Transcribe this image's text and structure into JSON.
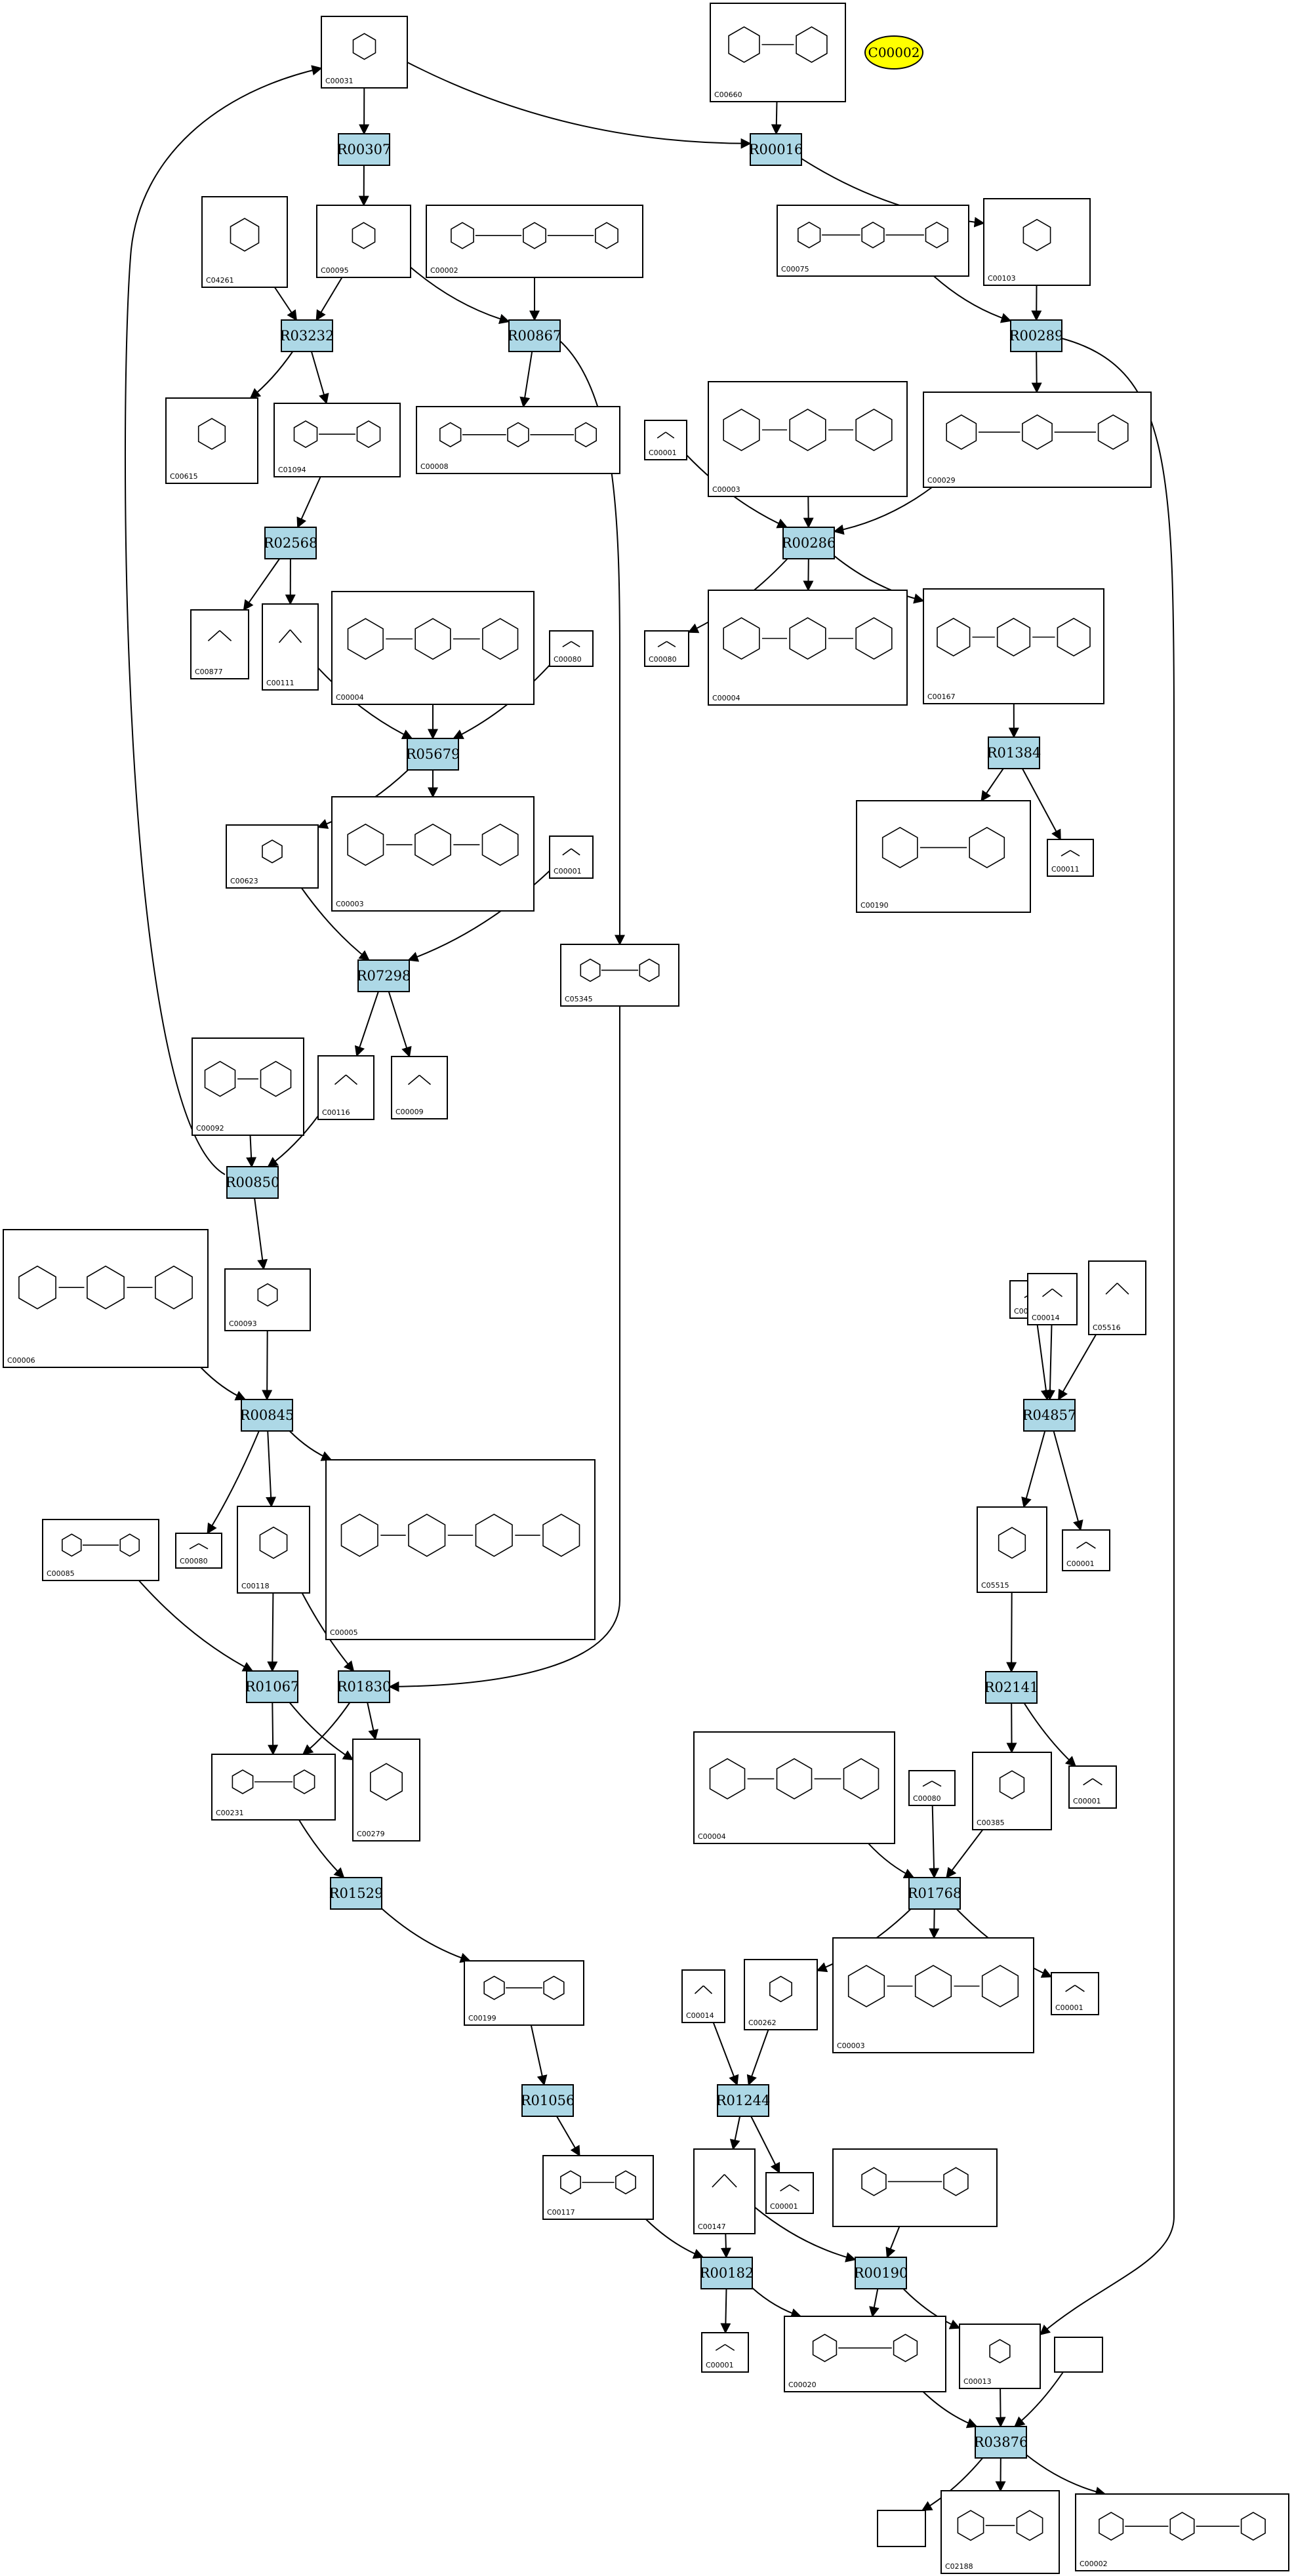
{
  "highlight": {
    "label": "C00002",
    "color": "#ffff00"
  },
  "reactions": [
    "R00307",
    "R00016",
    "R03232",
    "R00867",
    "R00289",
    "R02568",
    "R00286",
    "R05679",
    "R01384",
    "R07298",
    "R00850",
    "R00845",
    "R04857",
    "R01067",
    "R01830",
    "R02141",
    "R01529",
    "R01768",
    "R01056",
    "R01244",
    "R00182",
    "R00190",
    "R03876"
  ],
  "compounds": [
    "C00031",
    "C00660",
    "C04261",
    "C00095",
    "C00002",
    "C00075",
    "C00103",
    "C00615",
    "C01094",
    "C00008",
    "C00001",
    "C00003",
    "C00029",
    "C00877",
    "C00111",
    "C00004",
    "C00080",
    "C00167",
    "C00623",
    "C00190",
    "C00011",
    "C05345",
    "C00092",
    "C00116",
    "C00009",
    "C00006",
    "C00014",
    "C05516",
    "C00093",
    "C00005",
    "C05515",
    "C00085",
    "C00118",
    "C00231",
    "C00279",
    "C00385",
    "C00199",
    "C00262",
    "C00147",
    "C00117",
    "C00020",
    "C00013",
    "C02188"
  ],
  "colors": {
    "reaction_fill": "#add8e6",
    "compound_fill": "#ffffff",
    "stroke": "#000000"
  }
}
